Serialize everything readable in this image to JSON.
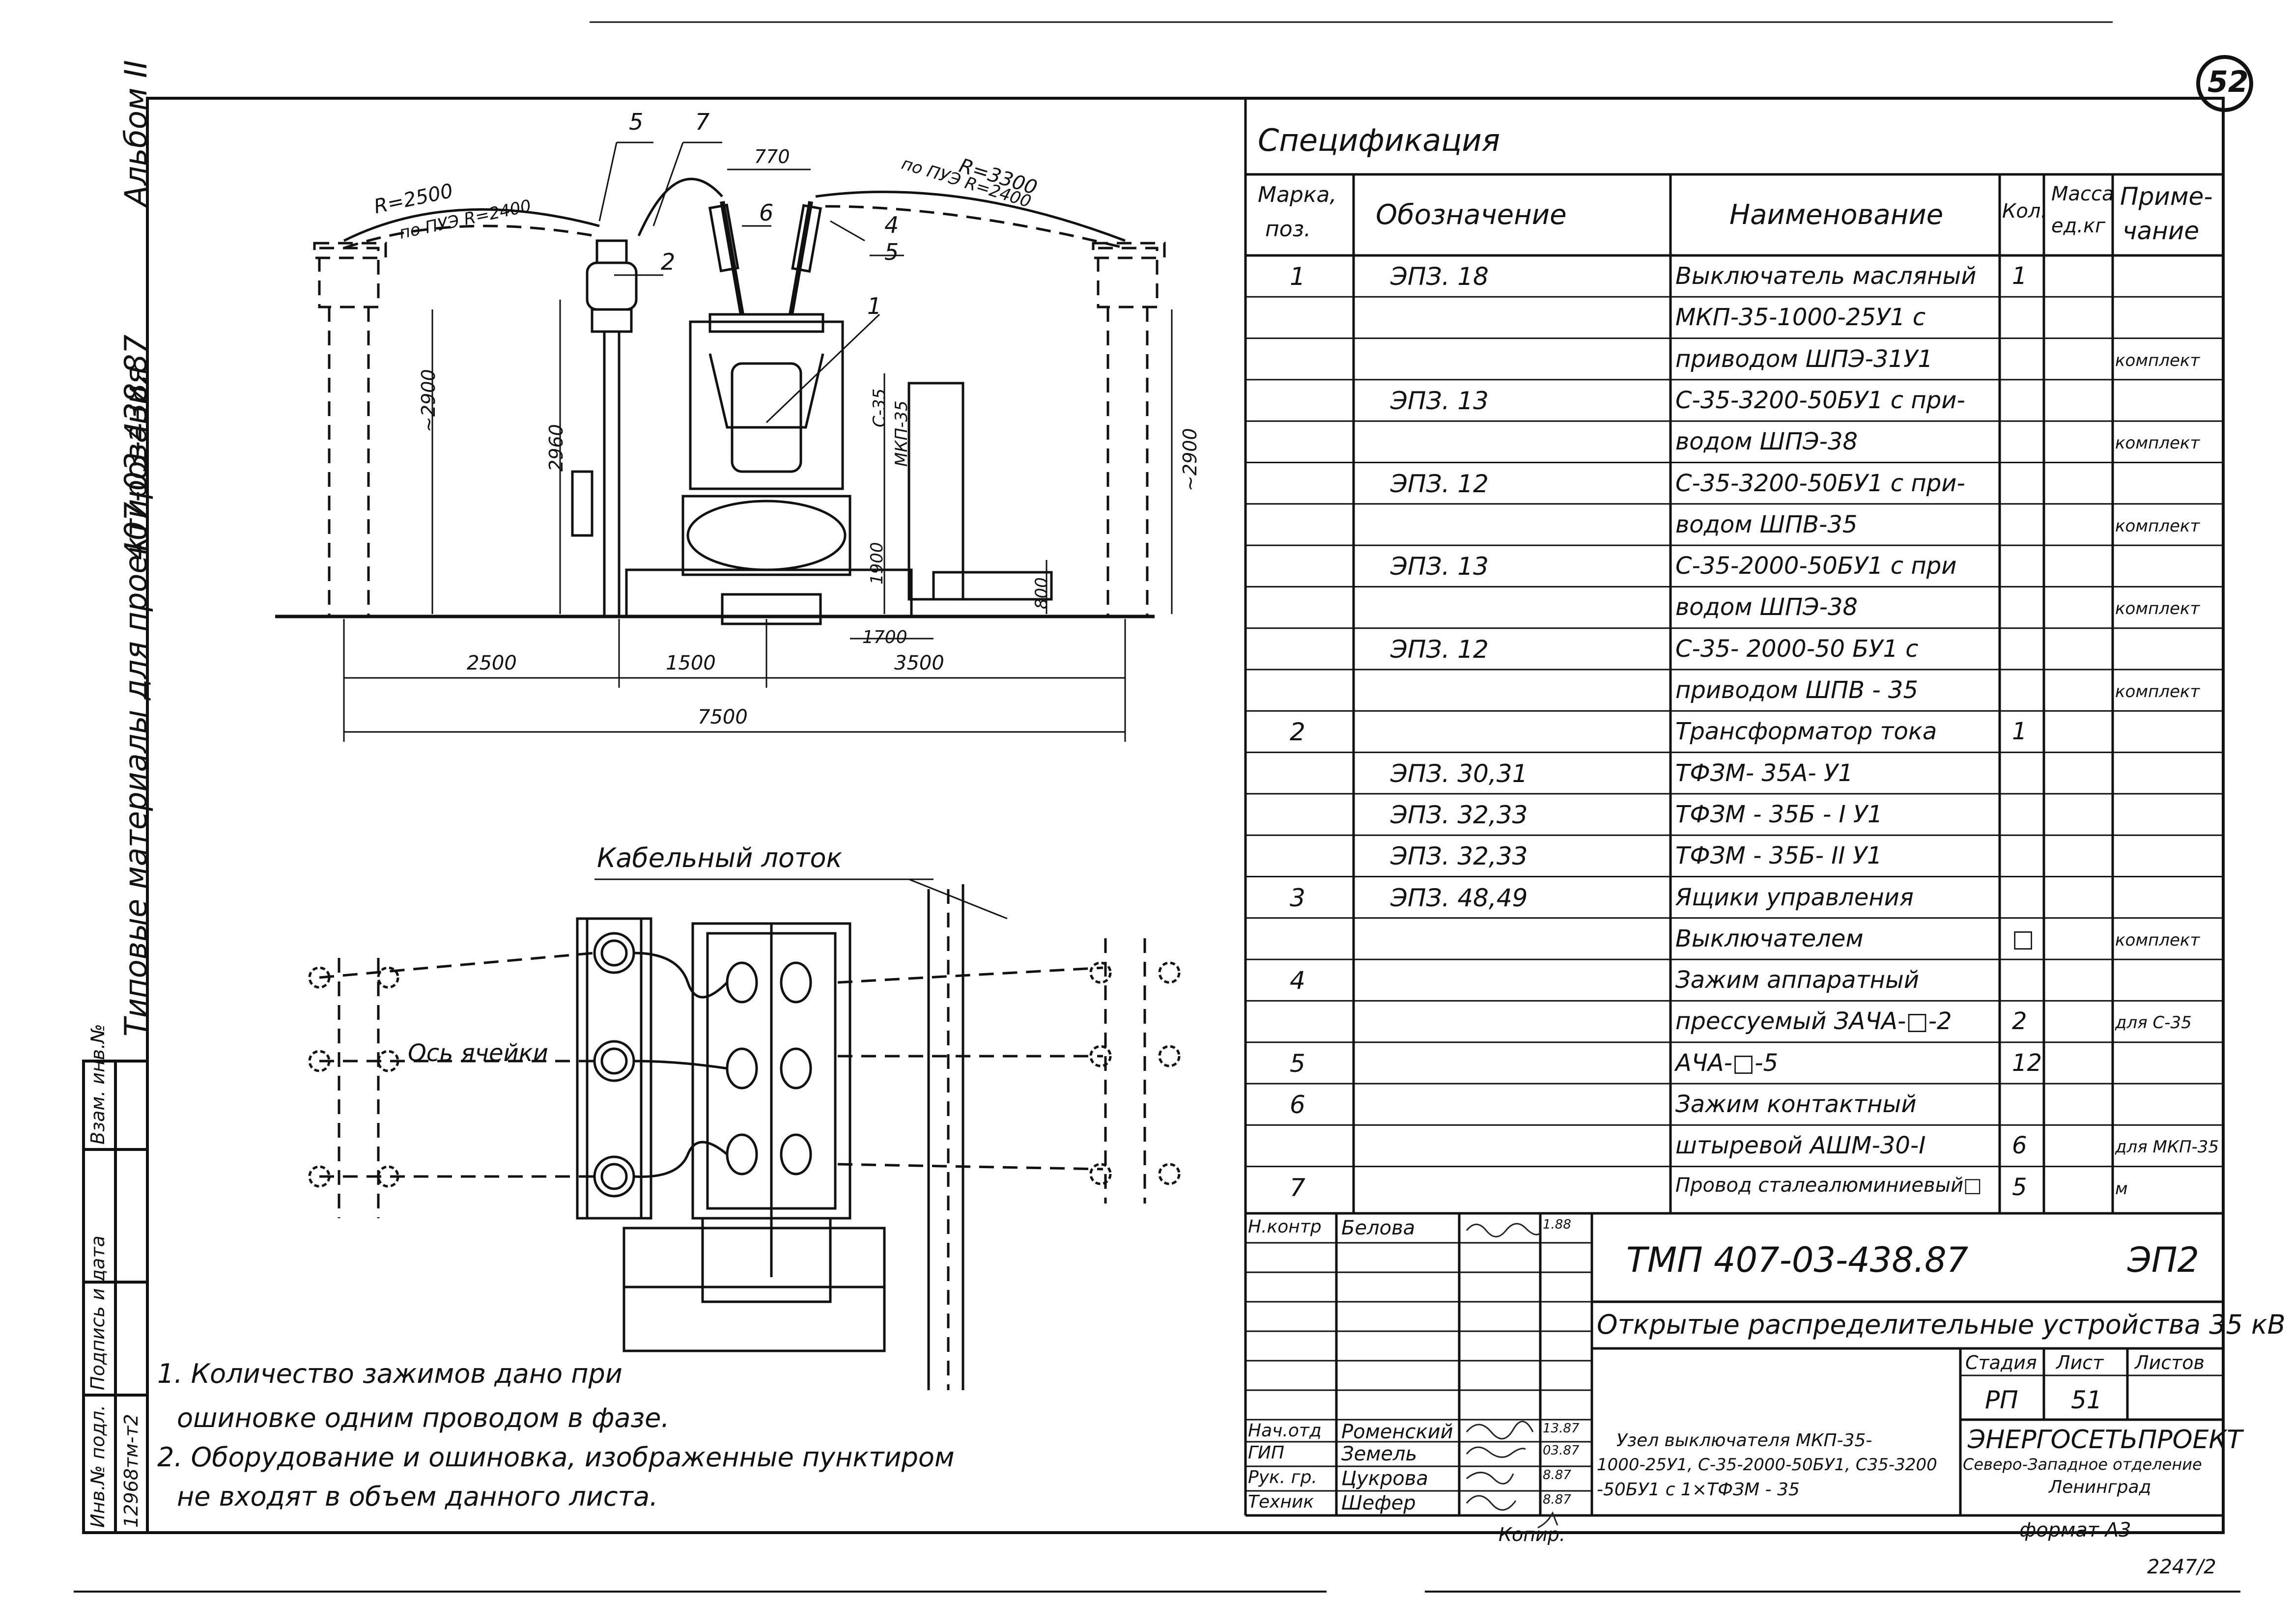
{
  "sheet_number": "52",
  "album": "Альбом II",
  "series_code": "407-03-438.87",
  "series_title": "Типовые материалы для проектирования",
  "spec": {
    "title": "Спецификация",
    "headers": {
      "mark": "Марка, поз.",
      "mark_l1": "Марка,",
      "mark_l2": "поз.",
      "designation": "Обозначение",
      "name": "Наименование",
      "qty": "Кол.",
      "mass_l1": "Масса",
      "mass_l2": "ед.кг",
      "note_l1": "Приме-",
      "note_l2": "чание"
    },
    "rows": [
      {
        "mark": "1",
        "des": "ЭПЗ. 18",
        "name": "Выключатель масляный",
        "qty": "1",
        "note": ""
      },
      {
        "mark": "",
        "des": "",
        "name": "МКП-35-1000-25У1 с",
        "qty": "",
        "note": ""
      },
      {
        "mark": "",
        "des": "",
        "name": "приводом ШПЭ-31У1",
        "qty": "",
        "note": "комплект"
      },
      {
        "mark": "",
        "des": "ЭПЗ. 13",
        "name": "С-35-3200-50БУ1 с при-",
        "qty": "",
        "note": ""
      },
      {
        "mark": "",
        "des": "",
        "name": "водом ШПЭ-38",
        "qty": "",
        "note": "комплект"
      },
      {
        "mark": "",
        "des": "ЭПЗ. 12",
        "name": "С-35-3200-50БУ1 с при-",
        "qty": "",
        "note": ""
      },
      {
        "mark": "",
        "des": "",
        "name": "водом ШПВ-35",
        "qty": "",
        "note": "комплект"
      },
      {
        "mark": "",
        "des": "ЭПЗ. 13",
        "name": "С-35-2000-50БУ1 с при",
        "qty": "",
        "note": ""
      },
      {
        "mark": "",
        "des": "",
        "name": "водом ШПЭ-38",
        "qty": "",
        "note": "комплект"
      },
      {
        "mark": "",
        "des": "ЭПЗ. 12",
        "name": "С-35- 2000-50 БУ1 с",
        "qty": "",
        "note": ""
      },
      {
        "mark": "",
        "des": "",
        "name": "приводом ШПВ - 35",
        "qty": "",
        "note": "комплект"
      },
      {
        "mark": "2",
        "des": "",
        "name": "Трансформатор тока",
        "qty": "1",
        "note": ""
      },
      {
        "mark": "",
        "des": "ЭПЗ. 30,31",
        "name": "ТФЗМ- 35А- У1",
        "qty": "",
        "note": ""
      },
      {
        "mark": "",
        "des": "ЭПЗ. 32,33",
        "name": "ТФЗМ - 35Б - I У1",
        "qty": "",
        "note": ""
      },
      {
        "mark": "",
        "des": "ЭПЗ. 32,33",
        "name": "ТФЗМ - 35Б- II У1",
        "qty": "",
        "note": ""
      },
      {
        "mark": "3",
        "des": "ЭПЗ. 48,49",
        "name": "Ящики управления",
        "qty": "",
        "note": ""
      },
      {
        "mark": "",
        "des": "",
        "name": "Выключателем",
        "qty": "□",
        "note": "комплект"
      },
      {
        "mark": "4",
        "des": "",
        "name": "Зажим аппаратный",
        "qty": "",
        "note": ""
      },
      {
        "mark": "",
        "des": "",
        "name": "прессуемый ЗАЧА-□-2",
        "qty": "2",
        "note": "для С-35"
      },
      {
        "mark": "5",
        "des": "",
        "name": "АЧА-□-5",
        "qty": "12",
        "note": ""
      },
      {
        "mark": "6",
        "des": "",
        "name": "Зажим контактный",
        "qty": "",
        "note": ""
      },
      {
        "mark": "",
        "des": "",
        "name": "штыревой АШМ-30-I",
        "qty": "6",
        "note": "для МКП-35"
      },
      {
        "mark": "7",
        "des": "",
        "name": "Провод сталеалюминиевый□",
        "qty": "5",
        "note": "м"
      }
    ]
  },
  "title_block": {
    "code": "ТМП   407-03-438.87",
    "doc": "ЭП2",
    "title": "Открытые распределительные устройства 35 кВ",
    "stage_label": "Стадия",
    "sheet_label": "Лист",
    "sheets_label": "Листов",
    "stage": "РП",
    "sheet": "51",
    "sheets": "",
    "node_text": [
      "Узел выключателя МКП-35-",
      "1000-25У1, С-35-2000-50БУ1, С35-3200",
      "-50БУ1 с 1×ТФЗМ - 35"
    ],
    "org": [
      "ЭНЕРГОСЕТЬПРОЕКТ",
      "Северо-Западное отделение",
      "Ленинград"
    ],
    "people": [
      {
        "role": "Н.контр",
        "name": "Белова",
        "date": "1.88"
      },
      {
        "role": "Нач.отд",
        "name": "Роменский",
        "date": "13.87"
      },
      {
        "role": "ГИП",
        "name": "Земель",
        "date": "03.87"
      },
      {
        "role": "Рук. гр.",
        "name": "Цукрова",
        "date": "8.87"
      },
      {
        "role": "Техник",
        "name": "Шефер",
        "date": "8.87"
      }
    ],
    "format": "формат А3",
    "copy": "Копир.",
    "archive": "2247/2"
  },
  "left_margin": {
    "inv_label": "Инв.№ подл.",
    "sign_label": "Подпись и дата",
    "swap_label": "Взам. инв.№",
    "inv_number": "12968тм-т2"
  },
  "notes": [
    "1. Количество зажимов дано при",
    "ошиновке одним проводом в фазе.",
    "2. Оборудование и ошиновка, изображенные пунктиром",
    "не входят в объем данного листа."
  ],
  "elevation": {
    "dims": [
      "2500",
      "1500",
      "3500",
      "7500",
      "1700",
      "770",
      "2960",
      "~2900",
      "~2900",
      "1900",
      "800"
    ],
    "radii": [
      "R=2500",
      "по ПУЭ R=2400",
      "R=3300",
      "по ПУЭ R=2400"
    ],
    "callouts": [
      "5",
      "7",
      "6",
      "4",
      "5",
      "2",
      "1"
    ],
    "vert_labels": [
      "С-35",
      "МКП-35"
    ]
  },
  "plan": {
    "cable_tray": "Кабельный лоток",
    "axis": "Ось ячейки"
  }
}
